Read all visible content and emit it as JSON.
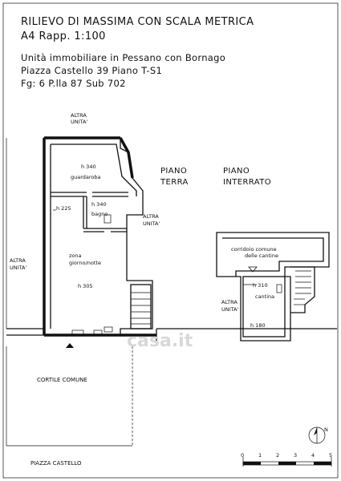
{
  "header": {
    "line1": "RILIEVO DI MASSIMA CON SCALA METRICA",
    "line2": "A4 Rapp. 1:100",
    "line3": "Unità immobiliare in Pessano con Bornago",
    "line4": "Piazza Castello 39 Piano T-S1",
    "line5": "Fg: 6 P.lla 87 Sub 702"
  },
  "plan_terra": {
    "title1": "PIANO",
    "title2": "TERRA",
    "altra_top_1": "ALTRA",
    "altra_top_2": "UNITA'",
    "altra_left_1": "ALTRA",
    "altra_left_2": "UNITA'",
    "altra_right_1": "ALTRA",
    "altra_right_2": "UNITA'",
    "guardaroba_h": "h 340",
    "guardaroba": "guardaroba",
    "h225": "h 225",
    "bagno_h": "h 340",
    "bagno": "bagno",
    "zona1": "zona",
    "zona2": "giorno/notte",
    "zona_h": "h 305",
    "cortile": "CORTILE COMUNE",
    "piazza": "PIAZZA CASTELLO"
  },
  "plan_interrato": {
    "title1": "PIANO",
    "title2": "INTERRATO",
    "corridoio1": "corridoio comune",
    "corridoio2": "delle cantine",
    "cantina_h": "h 310",
    "cantina": "cantina",
    "altra1": "ALTRA",
    "altra2": "UNITA'",
    "h180": "h 180"
  },
  "scale_bar": {
    "ticks": [
      "0",
      "1",
      "2",
      "3",
      "4",
      "5"
    ]
  },
  "north": {
    "label": "N"
  },
  "watermark": "casa.it"
}
